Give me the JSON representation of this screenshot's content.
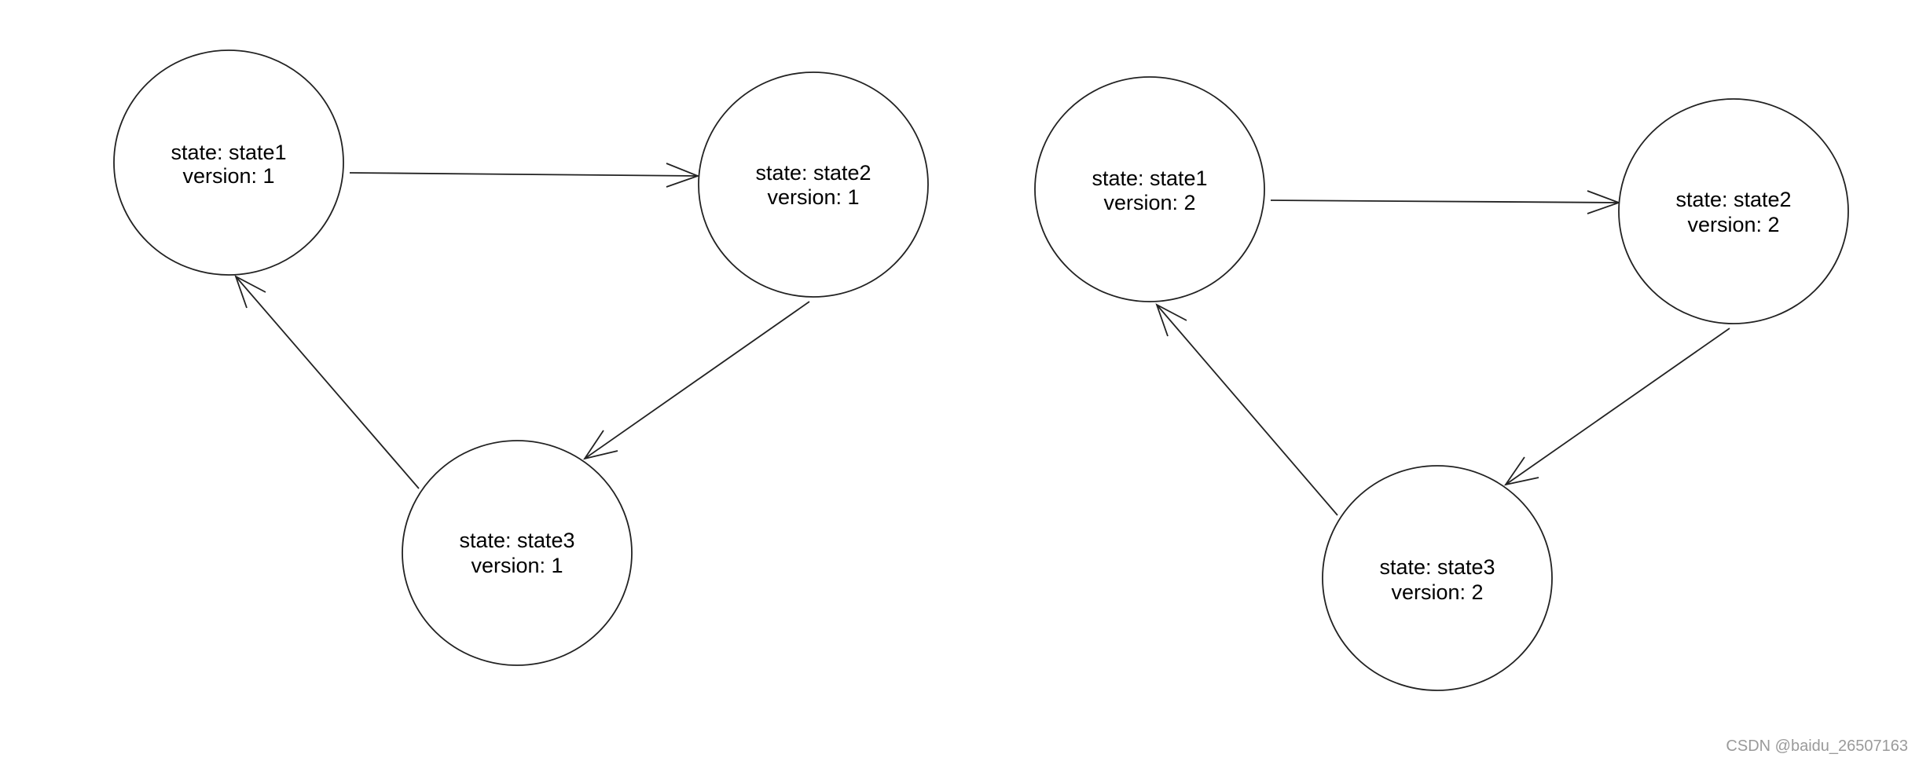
{
  "diagrams": [
    {
      "nodes": [
        {
          "id": "s1",
          "state_line": "state: state1",
          "version_line": "version: 1"
        },
        {
          "id": "s2",
          "state_line": "state: state2",
          "version_line": "version: 1"
        },
        {
          "id": "s3",
          "state_line": "state: state3",
          "version_line": "version: 1"
        }
      ],
      "edges": [
        {
          "from": "s1",
          "to": "s2"
        },
        {
          "from": "s2",
          "to": "s3"
        },
        {
          "from": "s3",
          "to": "s1"
        }
      ]
    },
    {
      "nodes": [
        {
          "id": "s1",
          "state_line": "state: state1",
          "version_line": "version: 2"
        },
        {
          "id": "s2",
          "state_line": "state: state2",
          "version_line": "version: 2"
        },
        {
          "id": "s3",
          "state_line": "state: state3",
          "version_line": "version: 2"
        }
      ],
      "edges": [
        {
          "from": "s1",
          "to": "s2"
        },
        {
          "from": "s2",
          "to": "s3"
        },
        {
          "from": "s3",
          "to": "s1"
        }
      ]
    }
  ],
  "watermark": "CSDN @baidu_26507163"
}
